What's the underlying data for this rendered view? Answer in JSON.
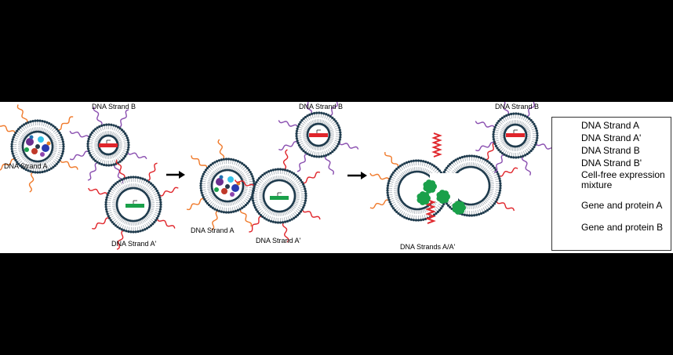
{
  "labels": {
    "strand_a_1": "DNA Strand A",
    "strand_b_1": "DNA Strand B",
    "strand_a_prime_1": "DNA Strand A'",
    "strand_a_2": "DNA Strand A",
    "strand_a_prime_2": "DNA Strand A'",
    "strand_b_2": "DNA Strand B",
    "strands_fused": "DNA Strands A/A'",
    "strand_b_3": "DNA Strand B"
  },
  "legend": {
    "items": [
      {
        "label": "DNA Strand A",
        "color": "#f07a2b",
        "icon": "orange-strand-icon"
      },
      {
        "label": "DNA Strand A'",
        "color": "#e0252b",
        "icon": "red-strand-icon"
      },
      {
        "label": "DNA Strand B",
        "color": "#8a4fb0",
        "icon": "purple-strand-icon"
      },
      {
        "label": "DNA Strand B'",
        "color": "#2a3bb0",
        "icon": "blue-strand-icon"
      },
      {
        "label": "Cell-free expression\nmixture",
        "icon": "mixture-icon"
      },
      {
        "label": "Gene and protein A",
        "color": "#e0252b",
        "icon": "red-protein-icon"
      },
      {
        "label": "Gene and protein B",
        "color": "#1aa04a",
        "icon": "green-protein-icon"
      }
    ]
  },
  "colors": {
    "lipid_head": "#1f3b4d",
    "strand_a": "#f07a2b",
    "strand_a_prime": "#e0252b",
    "strand_b": "#8a4fb0",
    "strand_b_prime": "#2a3bb0",
    "gene_a": "#e0252b",
    "gene_b": "#1aa04a"
  }
}
